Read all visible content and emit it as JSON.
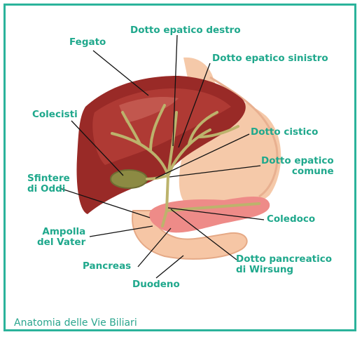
{
  "labels": {
    "fegato": "Fegato",
    "dotto_epatico_destro": "Dotto epatico destro",
    "dotto_epatico_sinistro": "Dotto epatico sinistro",
    "colecisti": "Colecisti",
    "dotto_cistico": "Dotto cistico",
    "dotto_epatico_comune_1": "Dotto epatico",
    "dotto_epatico_comune_2": "comune",
    "sfintere_1": "Sfintere",
    "sfintere_2": "di Oddi",
    "coledoco": "Coledoco",
    "ampolla_1": "Ampolla",
    "ampolla_2": "del Vater",
    "pancreas": "Pancreas",
    "dotto_pancreatico_1": "Dotto pancreatico",
    "dotto_pancreatico_2": "di Wirsung",
    "duodeno": "Duodeno"
  },
  "caption": "Anatomia delle Vie Biliari",
  "colors": {
    "border": "#2bb39b",
    "label": "#1fa88c",
    "liver": "#9b2a26",
    "stomach": "#f4c7a8",
    "pancreas": "#ee8a88",
    "ducts": "#b9b06a"
  }
}
